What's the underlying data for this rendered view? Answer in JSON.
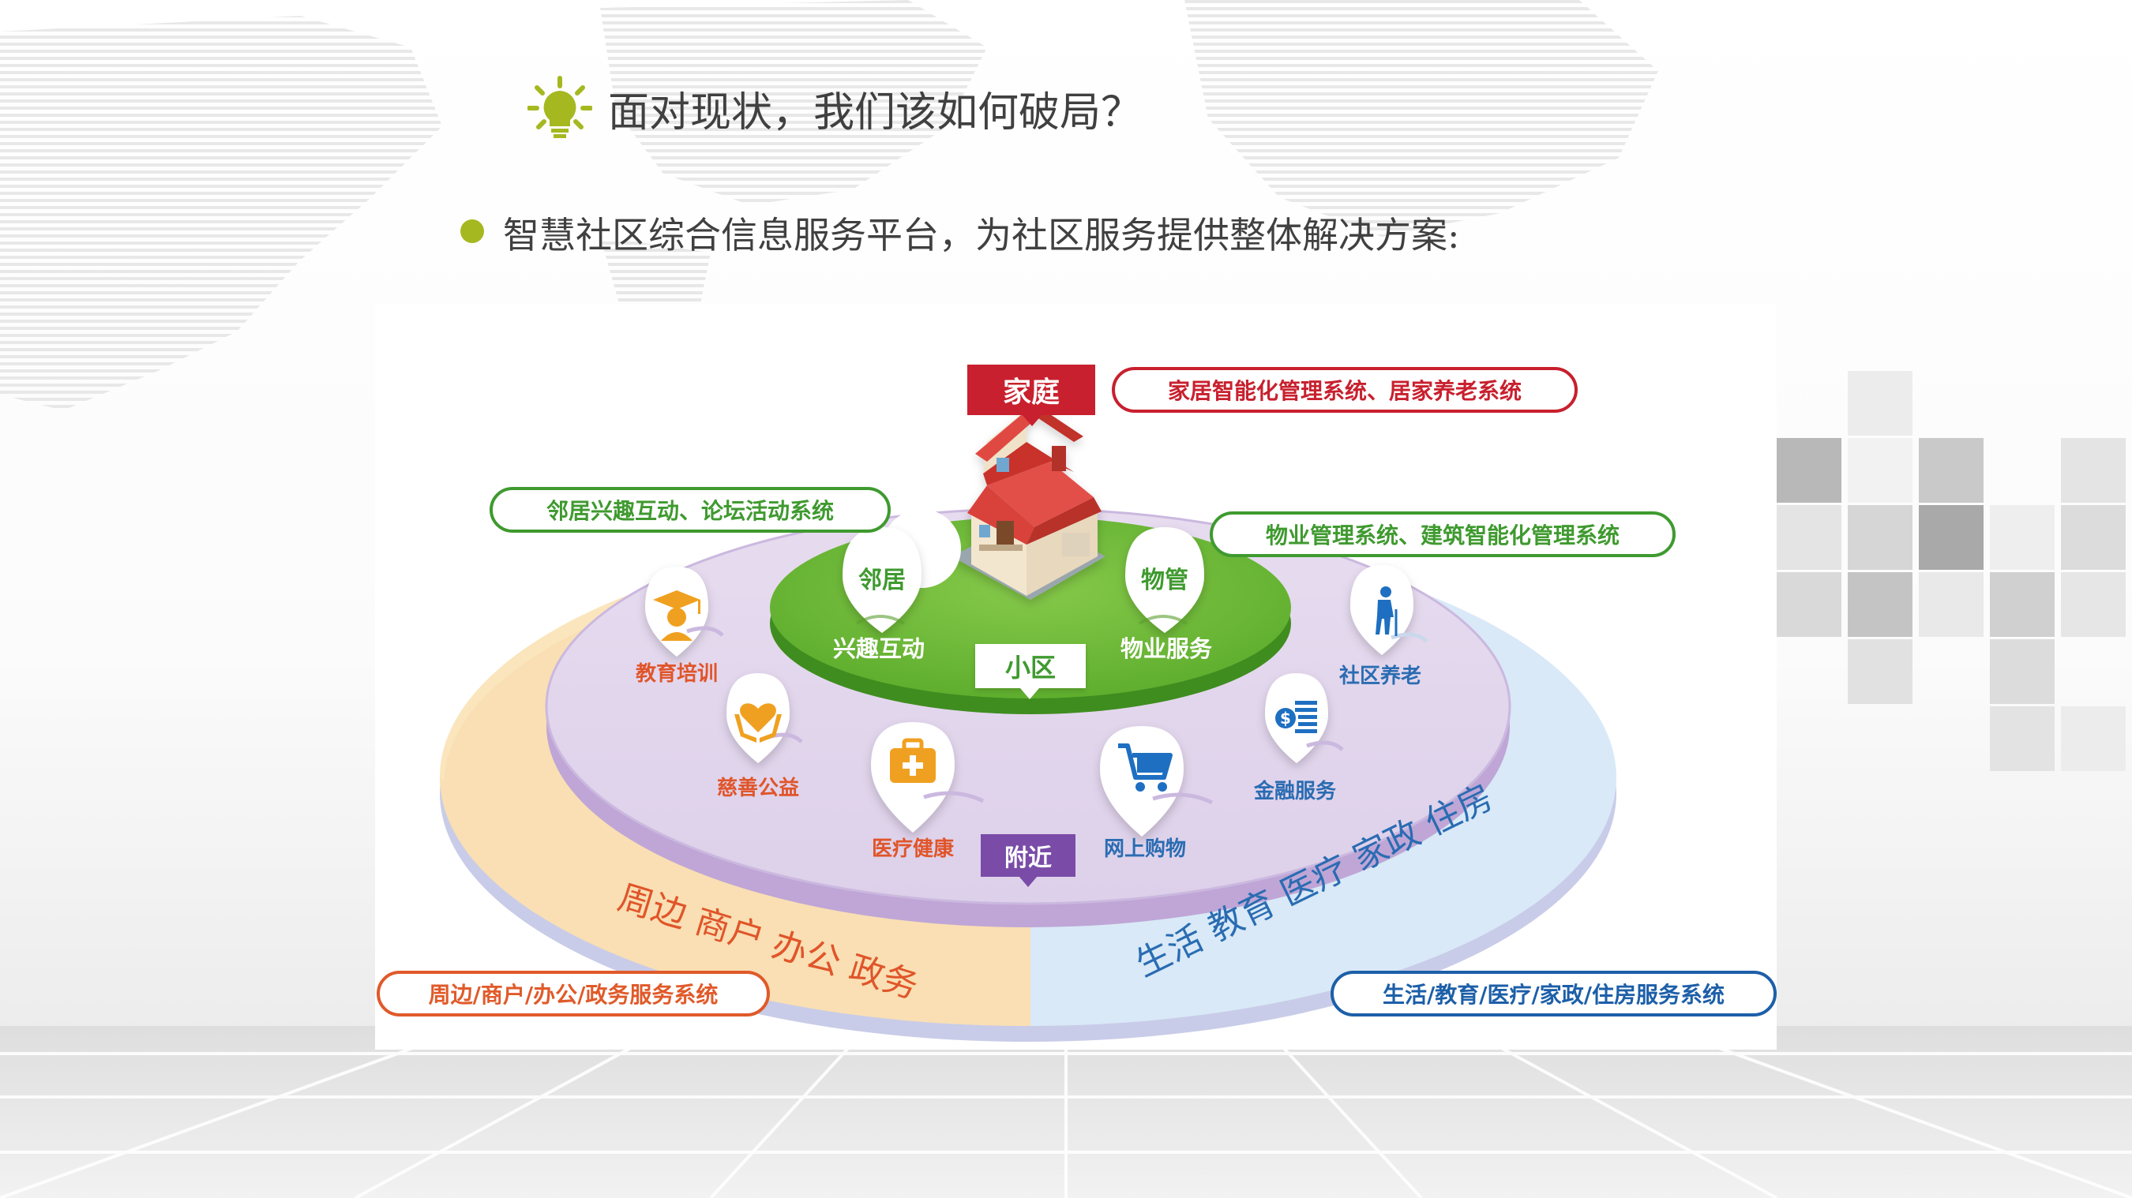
{
  "title": "面对现状，我们该如何破局？",
  "bullet": "智慧社区综合信息服务平台，为社区服务提供整体解决方案:",
  "tags": {
    "family": "家庭",
    "community": "小区",
    "nearby": "附近"
  },
  "systems": {
    "home": "家居智能化管理系统、居家养老系统",
    "neighbor": "邻居兴趣互动、论坛活动系统",
    "property": "物业管理系统、建筑智能化管理系统",
    "surrounding": "周边/商户/办公/政务服务系统",
    "life": "生活/教育/医疗/家政/住房服务系统"
  },
  "community_pins": [
    {
      "pin": "邻居",
      "label": "兴趣互动"
    },
    {
      "pin": "物管",
      "label": "物业服务"
    }
  ],
  "services": [
    {
      "label": "教育培训",
      "icon": "graduate-icon"
    },
    {
      "label": "慈善公益",
      "icon": "heart-hands-icon"
    },
    {
      "label": "医疗健康",
      "icon": "medical-kit-icon"
    },
    {
      "label": "网上购物",
      "icon": "shopping-cart-icon"
    },
    {
      "label": "金融服务",
      "icon": "money-icon"
    },
    {
      "label": "社区养老",
      "icon": "elderly-icon"
    }
  ],
  "ring_text": {
    "left": "周边 商户 办公 政务",
    "right": "生活 教育 医疗 家政 住房"
  },
  "colors": {
    "red": "#c8202e",
    "green": "#3f9a2f",
    "orange": "#e05a2a",
    "blue": "#1d5fa8",
    "purple": "#7a4ca8",
    "bullet": "#a6b820"
  }
}
